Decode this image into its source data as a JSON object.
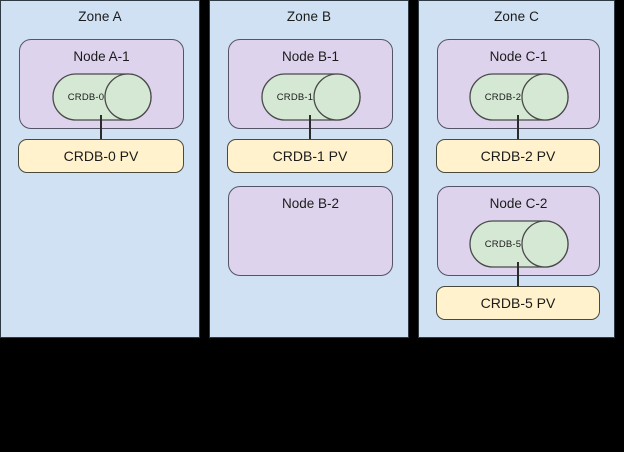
{
  "diagram": {
    "title_text_color": "#1b1b1b",
    "background_color": "#000000",
    "zone_fill": "#cfe1f3",
    "node_fill": "#ded3ec",
    "db_fill": "#d5e8d4",
    "pv_fill": "#fff2cc",
    "zones": [
      {
        "id": "zone-a",
        "label": "Zone A",
        "nodes": [
          {
            "id": "node-a-1",
            "label": "Node A-1",
            "database": {
              "id": "crdb-0",
              "label": "CRDB-0"
            },
            "volume": {
              "id": "crdb-0-pv",
              "label": "CRDB-0 PV"
            }
          }
        ]
      },
      {
        "id": "zone-b",
        "label": "Zone B",
        "nodes": [
          {
            "id": "node-b-1",
            "label": "Node B-1",
            "database": {
              "id": "crdb-1",
              "label": "CRDB-1"
            },
            "volume": {
              "id": "crdb-1-pv",
              "label": "CRDB-1 PV"
            }
          },
          {
            "id": "node-b-2",
            "label": "Node B-2",
            "database": null,
            "volume": null
          }
        ]
      },
      {
        "id": "zone-c",
        "label": "Zone C",
        "nodes": [
          {
            "id": "node-c-1",
            "label": "Node C-1",
            "database": {
              "id": "crdb-2",
              "label": "CRDB-2"
            },
            "volume": {
              "id": "crdb-2-pv",
              "label": "CRDB-2 PV"
            }
          },
          {
            "id": "node-c-2",
            "label": "Node C-2",
            "database": {
              "id": "crdb-5",
              "label": "CRDB-5"
            },
            "volume": {
              "id": "crdb-5-pv",
              "label": "CRDB-5 PV"
            }
          }
        ]
      }
    ]
  }
}
